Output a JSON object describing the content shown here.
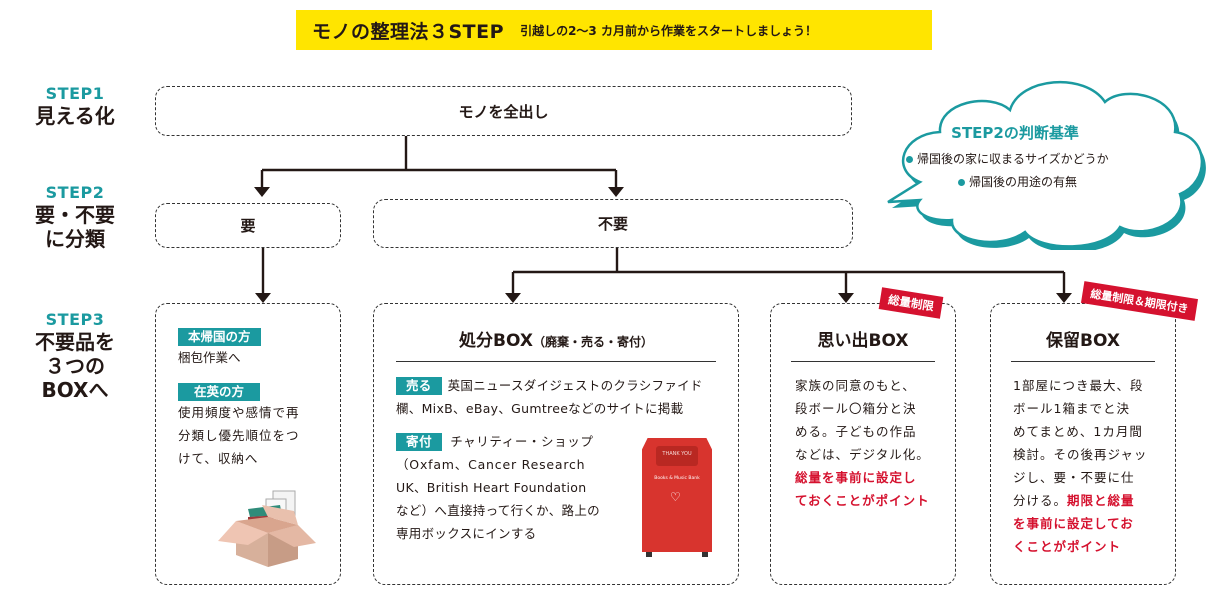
{
  "banner": {
    "title": "モノの整理法３STEP",
    "subtitle": "引越しの2～3 カ月前から作業をスタートしましょう！",
    "color": "#ffe500"
  },
  "steps": [
    {
      "num": "STEP1",
      "lines": [
        "見える化"
      ]
    },
    {
      "num": "STEP2",
      "lines": [
        "要・不要",
        "に分類"
      ]
    },
    {
      "num": "STEP3",
      "lines": [
        "不要品を",
        "３つの",
        "BOXへ"
      ]
    }
  ],
  "flow": {
    "all_out": "モノを全出し",
    "needed": "要",
    "unneeded": "不要"
  },
  "cloud": {
    "title": "STEP2の判断基準",
    "items": [
      "帰国後の家に収まるサイズかどうか",
      "帰国後の用途の有無"
    ]
  },
  "needed_box": {
    "sections": [
      {
        "tag": "本帰国の方",
        "text": "梱包作業へ"
      },
      {
        "tag": "在英の方",
        "lines": [
          "使用頻度や感情で再",
          "分類し優先順位をつ",
          "けて、収納へ"
        ]
      }
    ],
    "illustration": "cardboard-box"
  },
  "disposal_box": {
    "title": "処分BOX",
    "title_note": "（廃棄・売る・寄付）",
    "sell": {
      "tag": "売る",
      "lines": [
        "英国ニュースダイジェストのクラシファイド",
        "欄、MixB、eBay、Gumtreeなどのサイトに掲載"
      ]
    },
    "donate": {
      "tag": "寄付",
      "lines": [
        "チャリティー・ショップ",
        "（Oxfam、Cancer Research",
        "UK、British Heart Foundation",
        "など）へ直接持って行くか、路上の",
        "専用ボックスにインする"
      ]
    },
    "photo": {
      "caption_top": "THANK YOU",
      "caption_mid": "Books & Music Bank"
    }
  },
  "memory_box": {
    "ribbon": "総量制限",
    "title": "思い出BOX",
    "lines": [
      "家族の同意のもと、",
      "段ボール〇箱分と決",
      "める。子どもの作品",
      "などは、デジタル化。"
    ],
    "red_lines": [
      "総量を事前に設定し",
      "ておくことがポイント"
    ]
  },
  "hold_box": {
    "ribbon": "総量制限＆期限付き",
    "title": "保留BOX",
    "lines": [
      "1部屋につき最大、段",
      "ボール1箱までと決",
      "めてまとめ、1カ月間",
      "検討。その後再ジャッ",
      "ジし、要・不要に仕"
    ],
    "mixed_line": {
      "plain": "分ける。",
      "red": "期限と総量"
    },
    "red_lines": [
      "を事前に設定してお",
      "くことがポイント"
    ]
  },
  "colors": {
    "teal": "#1b9aa0",
    "red": "#d5122f",
    "yellow": "#ffe500",
    "ink": "#231815"
  }
}
